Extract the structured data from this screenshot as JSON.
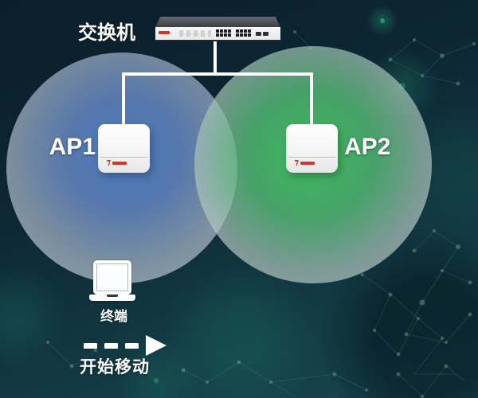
{
  "colors": {
    "background_top": "#0a1f2b",
    "background_bottom": "#174650",
    "coverage_ap1_glow": "#4d7fc7",
    "coverage_ap2_glow": "#3cc45e",
    "coverage_edge": "#ccd3d8",
    "connector_line": "#ffffff",
    "brand_red": "#d8342e",
    "label_text": "#ffffff"
  },
  "topology": {
    "switch": {
      "label": "交换机",
      "port_groups": [
        8,
        8
      ],
      "uplink_ports": 2
    },
    "aps": [
      {
        "label": "AP1",
        "coverage_color": "#4d7fc7"
      },
      {
        "label": "AP2",
        "coverage_color": "#3cc45e"
      }
    ],
    "terminal": {
      "label": "终端"
    },
    "action": {
      "label": "开始移动"
    }
  }
}
